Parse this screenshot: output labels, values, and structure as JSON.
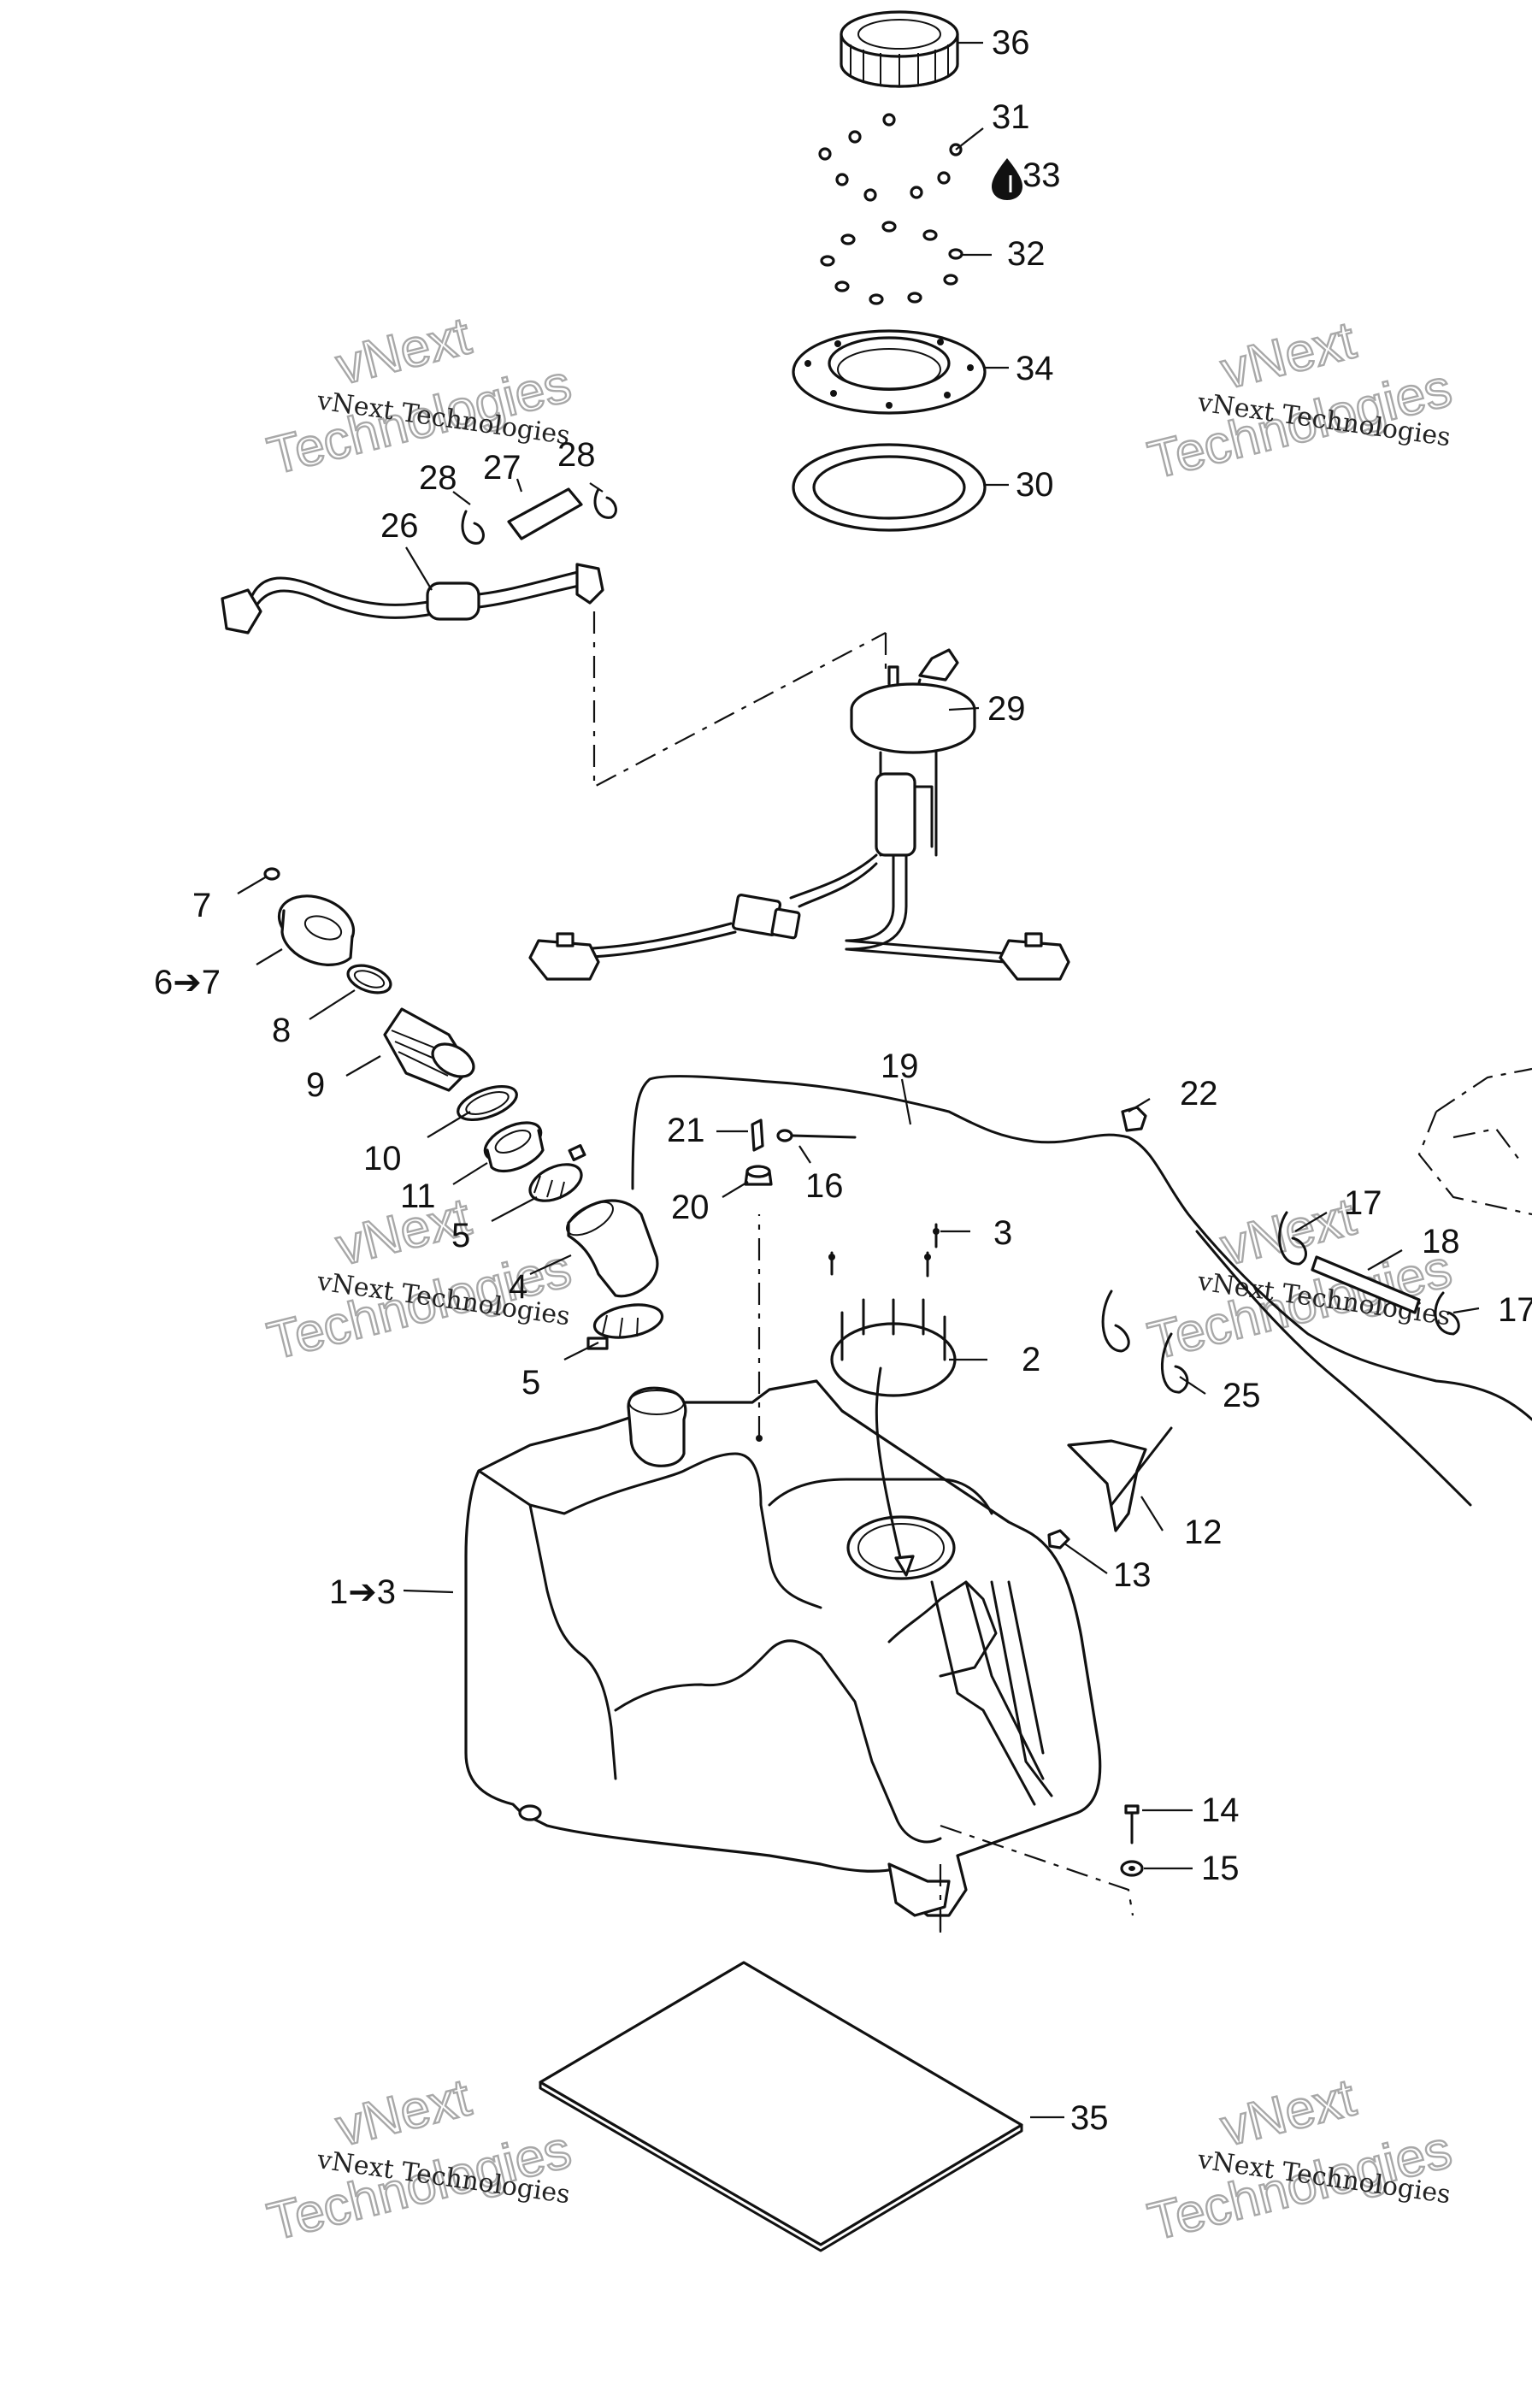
{
  "callouts": [
    {
      "id": "c36",
      "text": "36"
    },
    {
      "id": "c31",
      "text": "31"
    },
    {
      "id": "c33",
      "text": "33"
    },
    {
      "id": "c32",
      "text": "32"
    },
    {
      "id": "c34",
      "text": "34"
    },
    {
      "id": "c30",
      "text": "30"
    },
    {
      "id": "c29",
      "text": "29"
    },
    {
      "id": "c28a",
      "text": "28"
    },
    {
      "id": "c27",
      "text": "27"
    },
    {
      "id": "c28b",
      "text": "28"
    },
    {
      "id": "c26",
      "text": "26"
    },
    {
      "id": "c7",
      "text": "7"
    },
    {
      "id": "c6",
      "text": "6➔7"
    },
    {
      "id": "c8",
      "text": "8"
    },
    {
      "id": "c9",
      "text": "9"
    },
    {
      "id": "c10",
      "text": "10"
    },
    {
      "id": "c11",
      "text": "11"
    },
    {
      "id": "c5a",
      "text": "5"
    },
    {
      "id": "c4",
      "text": "4"
    },
    {
      "id": "c5b",
      "text": "5"
    },
    {
      "id": "c19",
      "text": "19"
    },
    {
      "id": "c22",
      "text": "22"
    },
    {
      "id": "c21",
      "text": "21"
    },
    {
      "id": "c16",
      "text": "16"
    },
    {
      "id": "c20",
      "text": "20"
    },
    {
      "id": "c3",
      "text": "3"
    },
    {
      "id": "c2",
      "text": "2"
    },
    {
      "id": "c17a",
      "text": "17"
    },
    {
      "id": "c18",
      "text": "18"
    },
    {
      "id": "c17b",
      "text": "17"
    },
    {
      "id": "c25",
      "text": "25"
    },
    {
      "id": "c12",
      "text": "12"
    },
    {
      "id": "c13",
      "text": "13"
    },
    {
      "id": "c1",
      "text": "1➔3"
    },
    {
      "id": "c14",
      "text": "14"
    },
    {
      "id": "c15",
      "text": "15"
    },
    {
      "id": "c35",
      "text": "35"
    }
  ],
  "watermark": {
    "small": "vNext Technologies",
    "big_line1": "vNext",
    "big_line2": "Technologies"
  },
  "icons": {
    "sealant": "drop-icon",
    "arrow": "arrow-right-icon"
  },
  "colors": {
    "ink": "#111111",
    "background": "#ffffff",
    "watermark_outline": "#9a9a9a"
  }
}
